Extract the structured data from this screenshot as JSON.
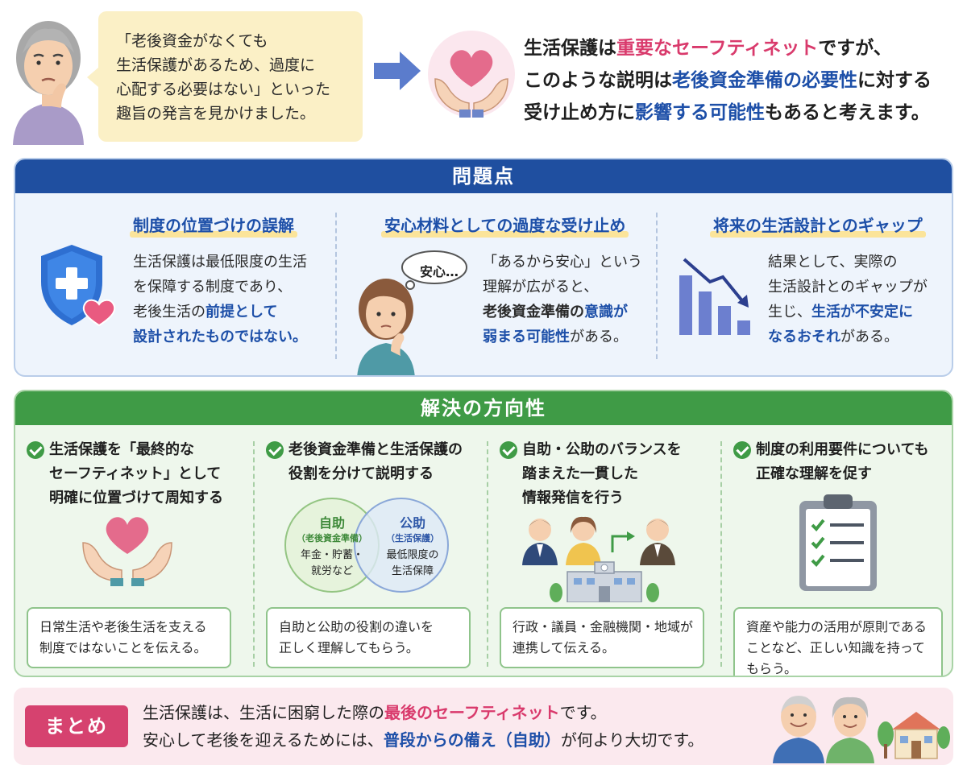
{
  "top": {
    "quote_lines": [
      "「老後資金がなくても",
      "生活保護があるため、過度に",
      "心配する必要はない」といった",
      "趣旨の発言を見かけました。"
    ],
    "statement_line1_pre": "生活保護は",
    "statement_line1_hl": "重要なセーフティネット",
    "statement_line1_post": "ですが、",
    "statement_line2_pre": "このような説明は",
    "statement_line2_hl": "老後資金準備の必要性",
    "statement_line2_post": "に対する",
    "statement_line3_pre": "受け止め方に",
    "statement_line3_hl": "影響する可能性",
    "statement_line3_post": "もあると考えます。"
  },
  "problems": {
    "header": "問題点",
    "items": [
      {
        "title": "制度の位置づけの誤解",
        "line1": "生活保護は最低限度の生活",
        "line2": "を保障する制度であり、",
        "line3_pre": "老後生活の",
        "line3_hl": "前提として",
        "line4_hl": "設計されたものではない。"
      },
      {
        "title": "安心材料としての過度な受け止め",
        "bubble": "安心…",
        "line1": "「あるから安心」という",
        "line2": "理解が広がると、",
        "line3_b": "老後資金準備の",
        "line3_hl": "意識が",
        "line4_hl": "弱まる可能性",
        "line4_post": "がある。"
      },
      {
        "title": "将来の生活設計とのギャップ",
        "line1": "結果として、実際の",
        "line2": "生活設計とのギャップが",
        "line3_pre": "生じ、",
        "line3_hl": "生活が不安定に",
        "line4_hl": "なるおそれ",
        "line4_post": "がある。"
      }
    ]
  },
  "solutions": {
    "header": "解決の方向性",
    "items": [
      {
        "title_lines": [
          "生活保護を「最終的な",
          "セーフティネット」として",
          "明確に位置づけて周知する"
        ],
        "box_lines": [
          "日常生活や老後生活を支える",
          "制度ではないことを伝える。"
        ]
      },
      {
        "title_lines": [
          "老後資金準備と生活保護の",
          "役割を分けて説明する"
        ],
        "venn": {
          "left_title": "自助",
          "left_sub": "（老後資金準備）",
          "left_body": [
            "年金・貯蓄・",
            "就労など"
          ],
          "right_title": "公助",
          "right_sub": "（生活保護）",
          "right_body": [
            "最低限度の",
            "生活保障"
          ]
        },
        "box_lines": [
          "自助と公助の役割の違いを",
          "正しく理解してもらう。"
        ]
      },
      {
        "title_lines": [
          "自助・公助のバランスを",
          "踏まえた一貫した",
          "情報発信を行う"
        ],
        "box_lines": [
          "行政・議員・金融機関・地域が",
          "連携して伝える。"
        ]
      },
      {
        "title_lines": [
          "制度の利用要件についても",
          "正確な理解を促す"
        ],
        "box_lines": [
          "資産や能力の活用が原則である",
          "ことなど、正しい知識を持って",
          "もらう。"
        ]
      }
    ]
  },
  "summary": {
    "tag": "まとめ",
    "line1_pre": "生活保護は、生活に困窮した際の",
    "line1_hl": "最後のセーフティネット",
    "line1_post": "です。",
    "line2_pre": "安心して老後を迎えるためには、",
    "line2_hl": "普段からの備え（自助）",
    "line2_post": "が何より大切です。"
  },
  "colors": {
    "problem_header": "#1f4fa0",
    "solution_header": "#3f9b46",
    "accent_pink": "#d93a6c",
    "accent_blue": "#1d4fa8",
    "summary_tag": "#d6426f"
  }
}
